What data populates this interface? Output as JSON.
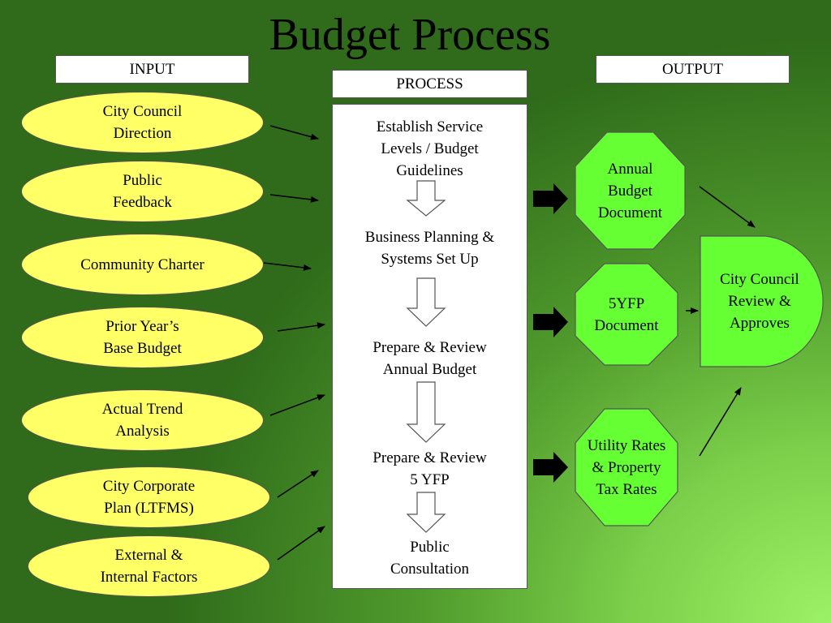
{
  "title": "Budget Process",
  "headers": {
    "input": "INPUT",
    "process": "PROCESS",
    "output": "OUTPUT"
  },
  "inputs": [
    "City Council\nDirection",
    "Public\nFeedback",
    "Community Charter",
    "Prior Year’s\nBase Budget",
    "Actual Trend\nAnalysis",
    "City Corporate\nPlan (LTFMS)",
    "External &\nInternal Factors"
  ],
  "process_steps": [
    "Establish Service\nLevels / Budget\nGuidelines",
    "Business Planning &\nSystems Set Up",
    "Prepare & Review\nAnnual Budget",
    "Prepare & Review\n5 YFP",
    "Public\nConsultation"
  ],
  "outputs": [
    "Annual\nBudget\nDocument",
    "5YFP\nDocument",
    "Utility Rates\n& Property\nTax Rates"
  ],
  "final": "City Council\nReview &\nApproves",
  "colors": {
    "input_fill": "#ffff66",
    "output_fill": "#66ff33",
    "process_fill": "#ffffff"
  }
}
